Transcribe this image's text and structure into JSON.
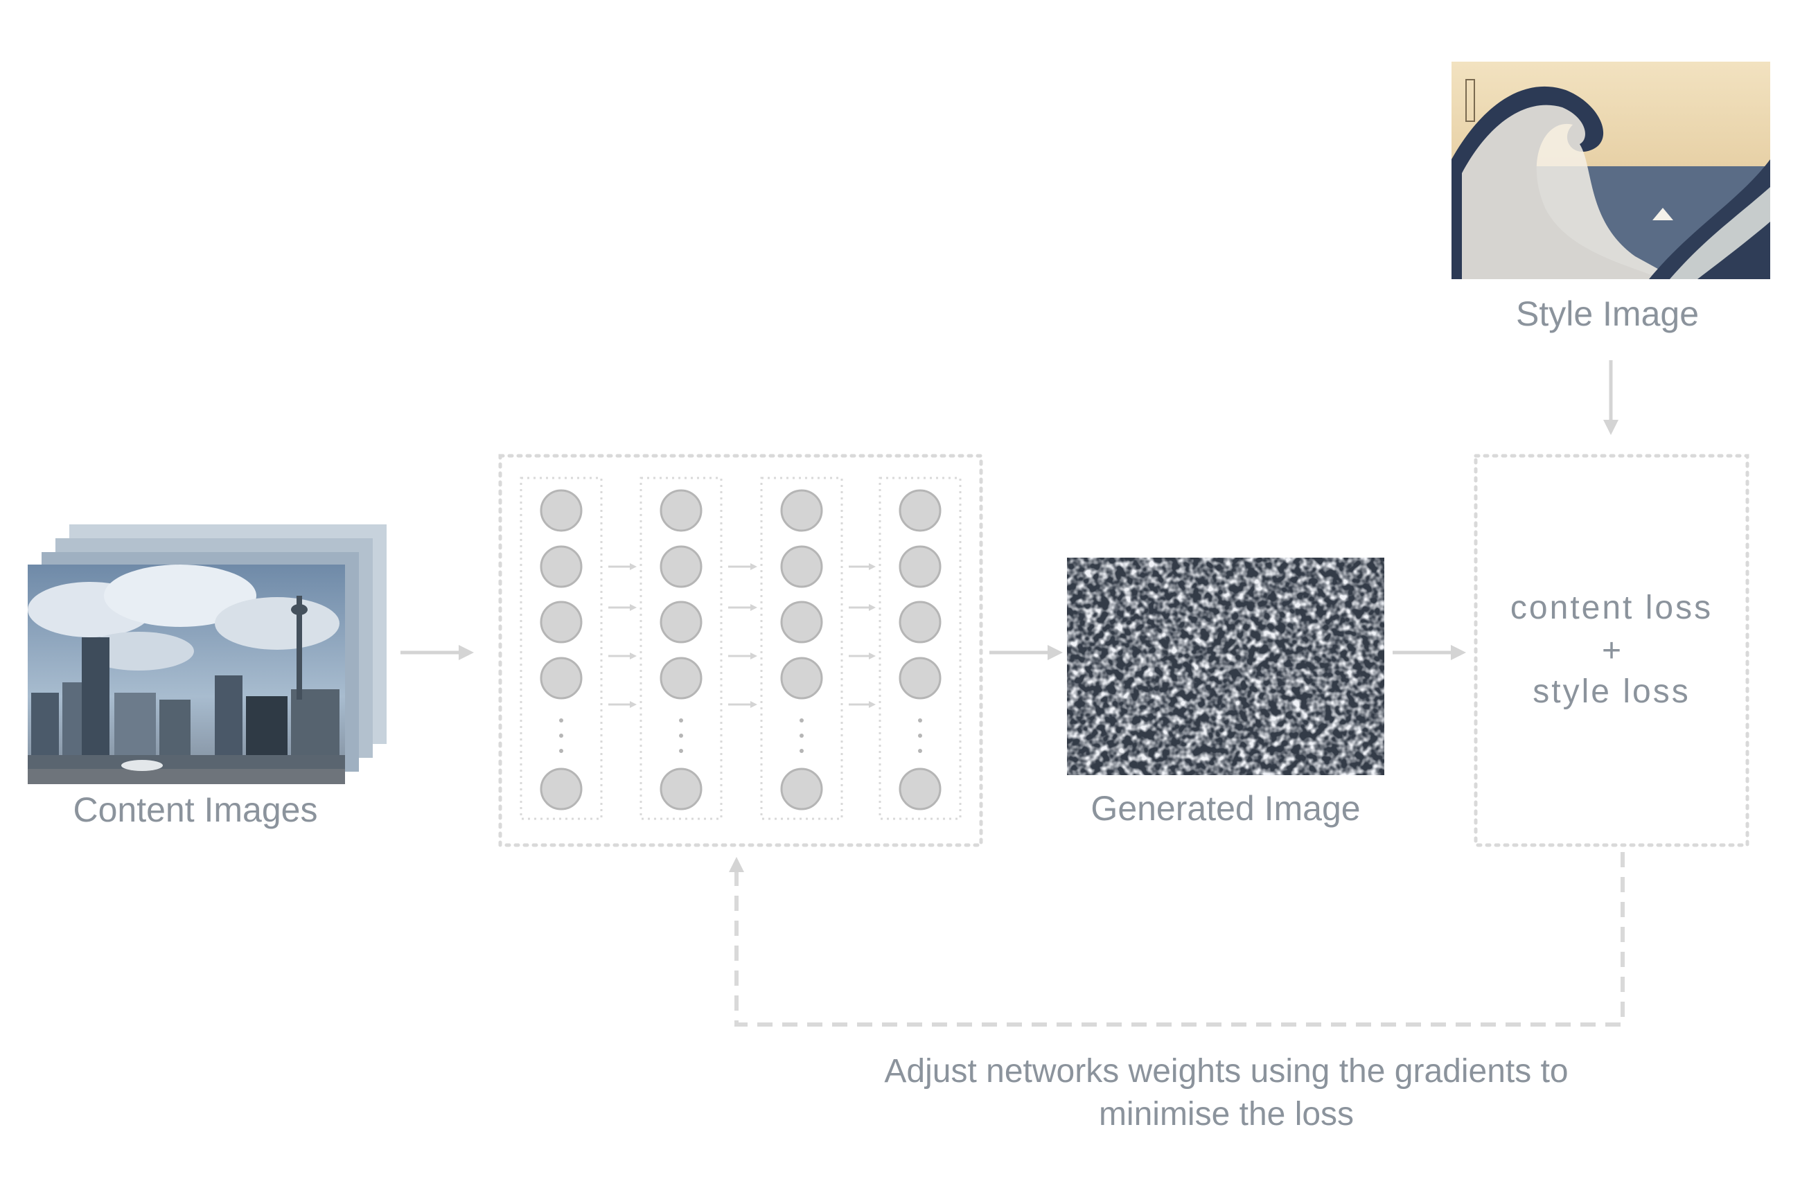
{
  "labels": {
    "content_images": "Content Images",
    "generated_image": "Generated Image",
    "style_image": "Style Image",
    "loss_line1": "content loss",
    "loss_plus": "+",
    "loss_line2": "style loss",
    "feedback_line1": "Adjust networks weights using the gradients to",
    "feedback_line2": "minimise the loss"
  },
  "network": {
    "layers": 4,
    "neurons_shown_per_layer": 5
  },
  "colors": {
    "text": "#8b939c",
    "dashed_border": "#d9d9d9",
    "neuron_fill": "#d4d4d4",
    "neuron_stroke": "#b5b5b5",
    "arrow": "#d4d4d4"
  }
}
